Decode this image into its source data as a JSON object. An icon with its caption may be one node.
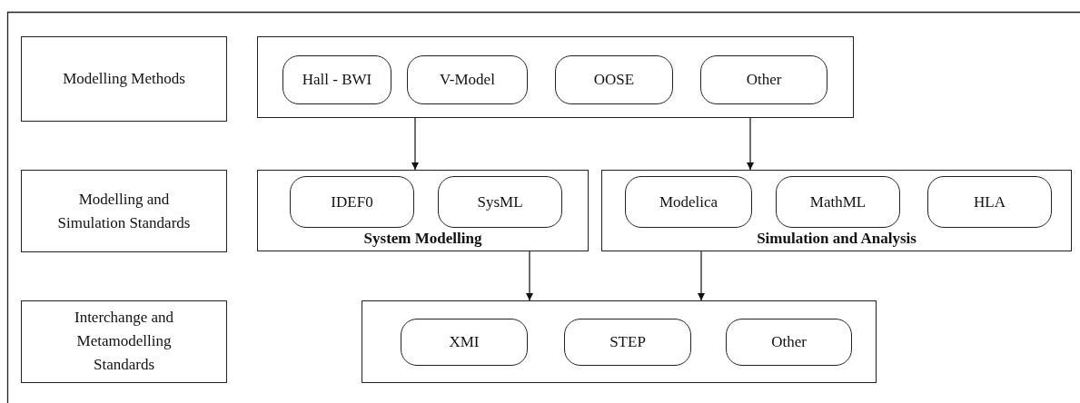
{
  "diagram": {
    "nodes": [
      {
        "text": [
          "Modelling Methods"
        ]
      },
      {
        "text": [],
        "shape": "box"
      },
      {
        "text": [
          "Hall - BWI"
        ],
        "in": 1
      },
      {
        "text": [
          "V-Model"
        ],
        "in": 1
      },
      {
        "text": [
          "OOSE"
        ],
        "in": 1
      },
      {
        "text": [
          "Other"
        ],
        "in": 1
      },
      {
        "text": [
          "Modelling and Simulation Standards"
        ]
      },
      {
        "text": [
          "System Modelling"
        ]
      },
      {
        "text": [
          "IDEF0"
        ],
        "in": 7
      },
      {
        "text": [
          "SysML"
        ],
        "in": 7
      },
      {
        "text": [
          "Simulation and Analysis"
        ]
      },
      {
        "text": [
          "Modelica"
        ],
        "in": 10
      },
      {
        "text": [
          "MathML"
        ],
        "in": 10
      },
      {
        "text": [
          "HLA"
        ],
        "in": 10
      },
      {
        "text": [
          "Interchange and Metamodelling Standards"
        ]
      },
      {
        "text": [],
        "shape": "box"
      },
      {
        "text": [
          "XMI"
        ],
        "in": 15
      },
      {
        "text": [
          "STEP"
        ],
        "in": 15
      },
      {
        "text": [
          "Other"
        ],
        "in": 15
      }
    ],
    "edges": [
      {
        "from": 1,
        "to": 7,
        "arrow": "to"
      },
      {
        "from": 1,
        "to": 10,
        "arrow": "to"
      },
      {
        "from": 7,
        "to": 15,
        "arrow": "to"
      },
      {
        "from": 10,
        "to": 15,
        "arrow": "to"
      }
    ]
  }
}
